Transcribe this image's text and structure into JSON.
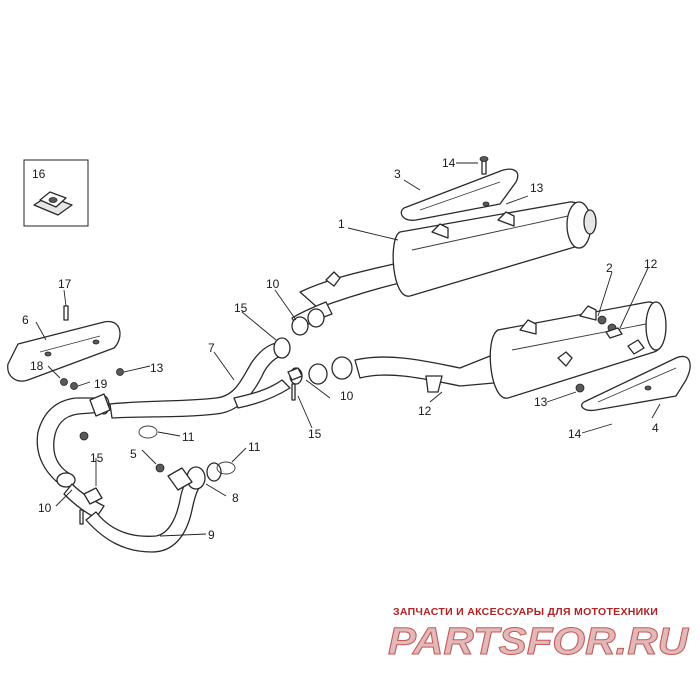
{
  "diagram": {
    "callouts": [
      "1",
      "2",
      "3",
      "4",
      "5",
      "6",
      "7",
      "8",
      "9",
      "10",
      "10",
      "10",
      "11",
      "11",
      "12",
      "12",
      "13",
      "13",
      "13",
      "14",
      "14",
      "15",
      "15",
      "15",
      "16",
      "17",
      "18",
      "19"
    ]
  },
  "watermark": {
    "tagline": "ЗАПЧАСТИ И АКСЕССУАРЫ ДЛЯ МОТОТЕХНИКИ",
    "logo_text": "PARTSFOR.RU",
    "color": "#b22222"
  }
}
